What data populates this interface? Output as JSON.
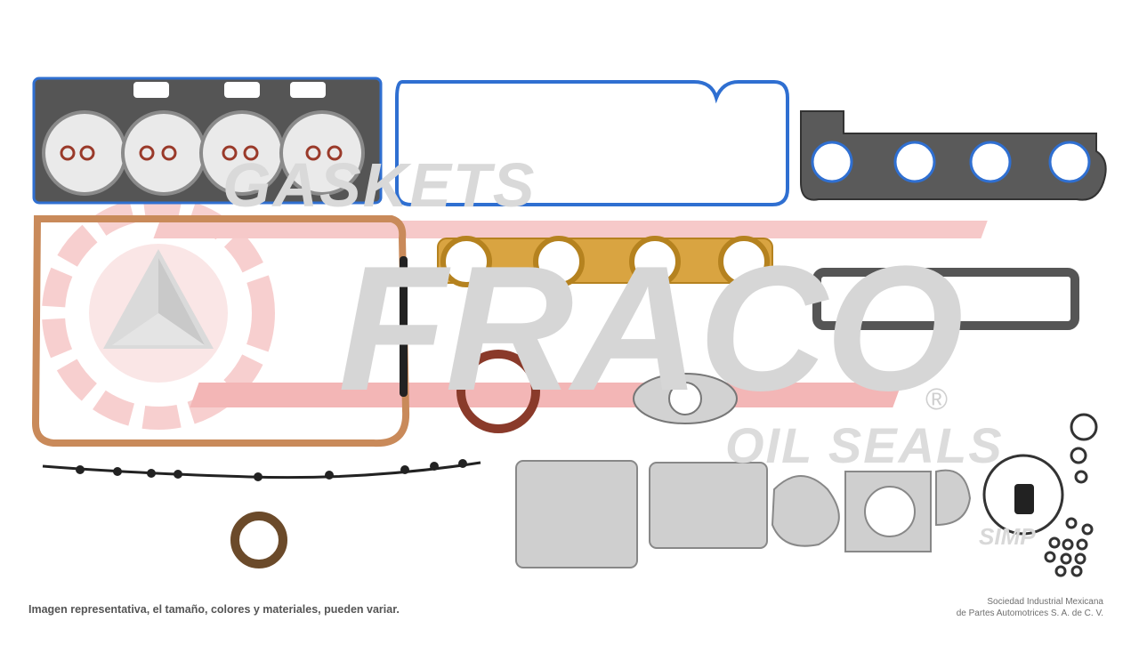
{
  "watermark": {
    "word_gaskets": "GASKETS",
    "brand": "FRACO",
    "word_oilseals": "OIL SEALS",
    "registered": "®",
    "sub_brand": "SIMP"
  },
  "footer": {
    "disclaimer": "Imagen representativa, el tamaño, colores y materiales, pueden variar.",
    "company_line1": "Sociedad Industrial Mexicana",
    "company_line2": "de Partes Automotrices S. A. de C. V."
  },
  "colors": {
    "background": "#ffffff",
    "watermark_red": "#f3b8b8",
    "watermark_gray": "#d6d6d6",
    "head_gasket": "#4a4a4a",
    "valve_cover_gasket": "#2f6fd1",
    "cork": "#c98a5a",
    "exhaust_gasket": "#d9a441",
    "rubber_seal": "#8a3a2a",
    "paper_gasket": "#bdbdbd"
  }
}
